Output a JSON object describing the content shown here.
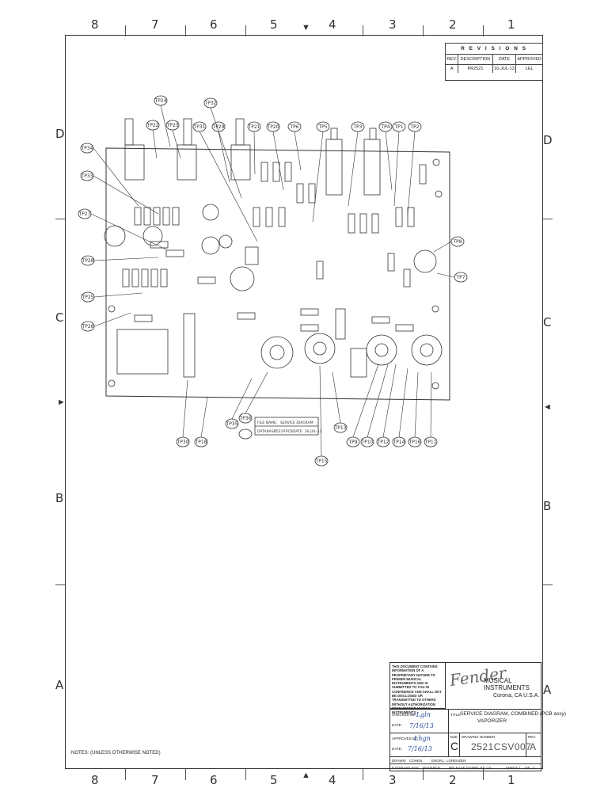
{
  "zones": {
    "columns": [
      "8",
      "7",
      "6",
      "5",
      "4",
      "3",
      "2",
      "1"
    ],
    "rows": [
      "D",
      "C",
      "B",
      "A"
    ]
  },
  "revisions": {
    "title": "R E V I S I O N S",
    "headers": [
      "REV.",
      "DESCRIPTION",
      "DATE",
      "APPROVED"
    ],
    "row": [
      "A",
      "PR2521",
      "16-JUL-13",
      "LEL"
    ]
  },
  "test_points": [
    "TP24",
    "TP32",
    "TP22",
    "TP23",
    "TP31",
    "TP29",
    "TP21",
    "TP20",
    "TP6",
    "TP5",
    "TP3",
    "TP4",
    "TP1",
    "TP2",
    "TP34",
    "TP33",
    "TP27",
    "TP28",
    "TP25",
    "TP26",
    "TP8",
    "TP7",
    "TP30",
    "TP18",
    "TP35",
    "TP36",
    "TP13",
    "TP15",
    "TP9",
    "TP10",
    "TP12",
    "TP14",
    "TP16",
    "TP11"
  ],
  "inset": {
    "row1": [
      "FILE NAME:",
      "SERVICE DIAGRAM"
    ],
    "row2": [
      "DATABASE:",
      "2521P.PCB",
      "DATE: 16-JUL-13"
    ]
  },
  "title_block": {
    "notice": "THIS DOCUMENT CONTAINS INFORMATION OF A PROPRIETARY NATURE TO FENDER MUSICAL INSTRUMENTS AND IS SUBMITTED TO YOU IN CONFIDENCE AND SHALL NOT BE DISCLOSED OR TRANSMITTED TO OTHERS WITHOUT AUTHORIZATION FROM FENDER MUSICAL INSTRUMENTS.",
    "logo": "Fender",
    "company": "MUSICAL INSTRUMENTS",
    "city": "Corona, CA  U.S.A.",
    "checked_label": "CHECKED BY:",
    "date_label": "DATE:",
    "approved_label": "APPROVED BY:",
    "title_label": "TITLE:",
    "title_line1": "SERVICE DIAGRAM, COMBINED (PCB assy)",
    "title_line2": "VAPORIZER",
    "size_label": "SIZE",
    "size": "C",
    "drawing_label": "DRAWING NUMBER",
    "drawing_number": "2521CSV007",
    "rev_label": "REV.",
    "rev": "A",
    "drawn_label": "DRAWN:",
    "drawn": "COHEN",
    "engr_label": "ENGR:",
    "engr": "L. LORENZEN",
    "database_label": "DATABASE FILE:",
    "database": "2521P.PCB",
    "release_label": "RELEASE DATE:",
    "release": "16-JUL-13",
    "sheet_label": "SHEET",
    "sheet": "2",
    "of_label": "OF",
    "of": "2"
  },
  "notes": "NOTES:   (UNLESS OTHERWISE NOTED)"
}
